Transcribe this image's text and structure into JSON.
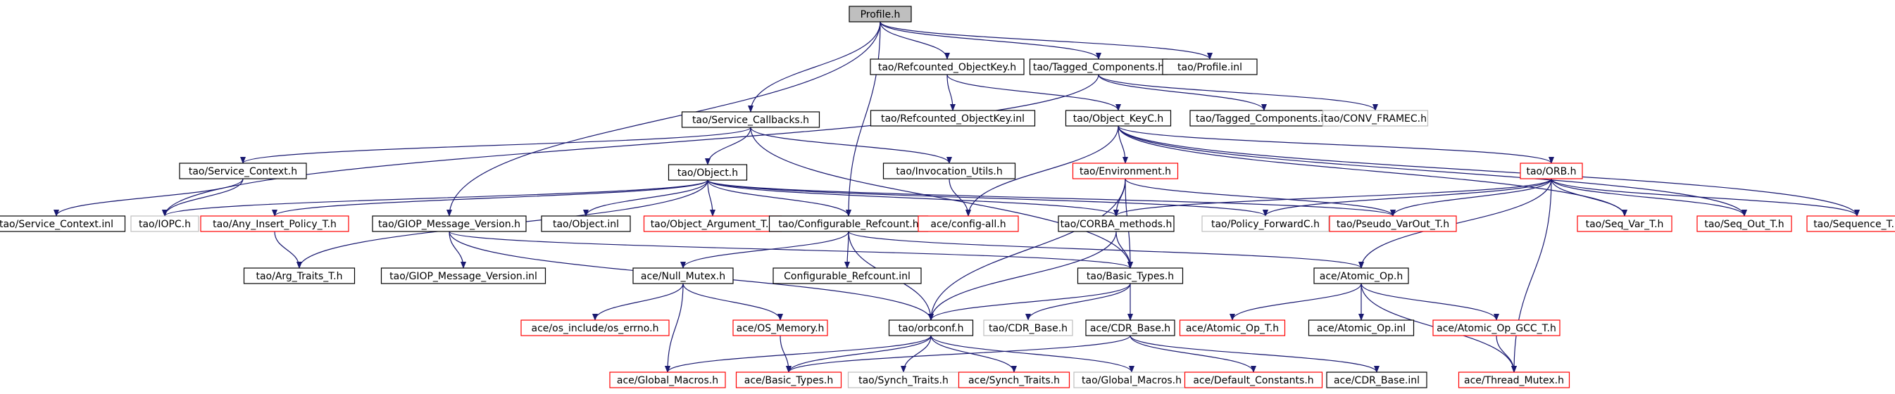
{
  "colors": {
    "root_fill": "#bfbfbf",
    "normal_border": "#000000",
    "missing_border": "#ff0000",
    "external_border": "#bfbfbf",
    "edge": "#191970"
  },
  "nodes": [
    {
      "id": "profile_h",
      "label": "Profile.h",
      "kind": "root"
    },
    {
      "id": "refcounted_objectkey_h",
      "label": "tao/Refcounted_ObjectKey.h",
      "kind": "normal"
    },
    {
      "id": "tagged_components_h",
      "label": "tao/Tagged_Components.h",
      "kind": "normal"
    },
    {
      "id": "profile_inl",
      "label": "tao/Profile.inl",
      "kind": "normal"
    },
    {
      "id": "refcounted_objectkey_inl",
      "label": "tao/Refcounted_ObjectKey.inl",
      "kind": "normal"
    },
    {
      "id": "object_keyc_h",
      "label": "tao/Object_KeyC.h",
      "kind": "normal"
    },
    {
      "id": "tagged_components_inl",
      "label": "tao/Tagged_Components.inl",
      "kind": "normal"
    },
    {
      "id": "conv_framec_h",
      "label": "tao/CONV_FRAMEC.h",
      "kind": "external"
    },
    {
      "id": "service_callbacks_h",
      "label": "tao/Service_Callbacks.h",
      "kind": "normal"
    },
    {
      "id": "service_context_h",
      "label": "tao/Service_Context.h",
      "kind": "normal"
    },
    {
      "id": "object_h",
      "label": "tao/Object.h",
      "kind": "normal"
    },
    {
      "id": "invocation_utils_h",
      "label": "tao/Invocation_Utils.h",
      "kind": "normal"
    },
    {
      "id": "environment_h",
      "label": "tao/Environment.h",
      "kind": "missing"
    },
    {
      "id": "orb_h",
      "label": "tao/ORB.h",
      "kind": "missing"
    },
    {
      "id": "service_context_inl",
      "label": "tao/Service_Context.inl",
      "kind": "normal"
    },
    {
      "id": "iopc_h",
      "label": "tao/IOPC.h",
      "kind": "external"
    },
    {
      "id": "any_insert_policy_t_h",
      "label": "tao/Any_Insert_Policy_T.h",
      "kind": "missing"
    },
    {
      "id": "giop_message_version_h",
      "label": "tao/GIOP_Message_Version.h",
      "kind": "normal"
    },
    {
      "id": "object_inl",
      "label": "tao/Object.inl",
      "kind": "normal"
    },
    {
      "id": "object_argument_t_h",
      "label": "tao/Object_Argument_T.h",
      "kind": "missing"
    },
    {
      "id": "configurable_refcount_h",
      "label": "tao/Configurable_Refcount.h",
      "kind": "normal"
    },
    {
      "id": "config_all_h",
      "label": "ace/config-all.h",
      "kind": "missing"
    },
    {
      "id": "corba_methods_h",
      "label": "tao/CORBA_methods.h",
      "kind": "normal"
    },
    {
      "id": "policy_forwardc_h",
      "label": "tao/Policy_ForwardC.h",
      "kind": "external"
    },
    {
      "id": "pseudo_varout_t_h",
      "label": "tao/Pseudo_VarOut_T.h",
      "kind": "missing"
    },
    {
      "id": "seq_var_t_h",
      "label": "tao/Seq_Var_T.h",
      "kind": "missing"
    },
    {
      "id": "seq_out_t_h",
      "label": "tao/Seq_Out_T.h",
      "kind": "missing"
    },
    {
      "id": "sequence_t_h",
      "label": "tao/Sequence_T.h",
      "kind": "missing"
    },
    {
      "id": "arg_traits_t_h",
      "label": "tao/Arg_Traits_T.h",
      "kind": "normal"
    },
    {
      "id": "giop_message_version_inl",
      "label": "tao/GIOP_Message_Version.inl",
      "kind": "normal"
    },
    {
      "id": "null_mutex_h",
      "label": "ace/Null_Mutex.h",
      "kind": "normal"
    },
    {
      "id": "configurable_refcount_inl",
      "label": "Configurable_Refcount.inl",
      "kind": "normal"
    },
    {
      "id": "basic_types_h_tao",
      "label": "tao/Basic_Types.h",
      "kind": "normal"
    },
    {
      "id": "atomic_op_h",
      "label": "ace/Atomic_Op.h",
      "kind": "normal"
    },
    {
      "id": "os_errno_h",
      "label": "ace/os_include/os_errno.h",
      "kind": "missing"
    },
    {
      "id": "os_memory_h",
      "label": "ace/OS_Memory.h",
      "kind": "missing"
    },
    {
      "id": "orbconf_h",
      "label": "tao/orbconf.h",
      "kind": "normal"
    },
    {
      "id": "cdr_base_h_tao",
      "label": "tao/CDR_Base.h",
      "kind": "external"
    },
    {
      "id": "cdr_base_h_ace",
      "label": "ace/CDR_Base.h",
      "kind": "normal"
    },
    {
      "id": "atomic_op_t_h",
      "label": "ace/Atomic_Op_T.h",
      "kind": "missing"
    },
    {
      "id": "atomic_op_inl",
      "label": "ace/Atomic_Op.inl",
      "kind": "normal"
    },
    {
      "id": "atomic_op_gcc_t_h",
      "label": "ace/Atomic_Op_GCC_T.h",
      "kind": "missing"
    },
    {
      "id": "global_macros_h_ace",
      "label": "ace/Global_Macros.h",
      "kind": "missing"
    },
    {
      "id": "basic_types_h_ace",
      "label": "ace/Basic_Types.h",
      "kind": "missing"
    },
    {
      "id": "synch_traits_h_tao",
      "label": "tao/Synch_Traits.h",
      "kind": "external"
    },
    {
      "id": "synch_traits_h_ace",
      "label": "ace/Synch_Traits.h",
      "kind": "missing"
    },
    {
      "id": "global_macros_h_tao",
      "label": "tao/Global_Macros.h",
      "kind": "external"
    },
    {
      "id": "default_constants_h",
      "label": "ace/Default_Constants.h",
      "kind": "missing"
    },
    {
      "id": "cdr_base_inl",
      "label": "ace/CDR_Base.inl",
      "kind": "normal"
    },
    {
      "id": "thread_mutex_h",
      "label": "ace/Thread_Mutex.h",
      "kind": "missing"
    }
  ],
  "edges": [
    [
      "profile_h",
      "refcounted_objectkey_h"
    ],
    [
      "profile_h",
      "tagged_components_h"
    ],
    [
      "profile_h",
      "profile_inl"
    ],
    [
      "profile_h",
      "service_callbacks_h"
    ],
    [
      "profile_h",
      "giop_message_version_h"
    ],
    [
      "profile_h",
      "configurable_refcount_h"
    ],
    [
      "refcounted_objectkey_h",
      "refcounted_objectkey_inl"
    ],
    [
      "refcounted_objectkey_h",
      "object_keyc_h"
    ],
    [
      "tagged_components_h",
      "tagged_components_inl"
    ],
    [
      "tagged_components_h",
      "conv_framec_h"
    ],
    [
      "tagged_components_h",
      "iopc_h"
    ],
    [
      "object_keyc_h",
      "environment_h"
    ],
    [
      "object_keyc_h",
      "config_all_h"
    ],
    [
      "object_keyc_h",
      "orb_h"
    ],
    [
      "object_keyc_h",
      "seq_var_t_h"
    ],
    [
      "object_keyc_h",
      "seq_out_t_h"
    ],
    [
      "object_keyc_h",
      "sequence_t_h"
    ],
    [
      "service_callbacks_h",
      "service_context_h"
    ],
    [
      "service_callbacks_h",
      "object_h"
    ],
    [
      "service_callbacks_h",
      "invocation_utils_h"
    ],
    [
      "service_callbacks_h",
      "basic_types_h_tao"
    ],
    [
      "service_context_h",
      "service_context_inl"
    ],
    [
      "service_context_h",
      "iopc_h"
    ],
    [
      "object_h",
      "iopc_h"
    ],
    [
      "object_h",
      "any_insert_policy_t_h"
    ],
    [
      "object_h",
      "arg_traits_t_h"
    ],
    [
      "object_h",
      "object_inl"
    ],
    [
      "object_h",
      "object_argument_t_h"
    ],
    [
      "object_h",
      "configurable_refcount_h"
    ],
    [
      "object_h",
      "corba_methods_h"
    ],
    [
      "object_h",
      "policy_forwardc_h"
    ],
    [
      "object_h",
      "pseudo_varout_t_h"
    ],
    [
      "invocation_utils_h",
      "config_all_h"
    ],
    [
      "environment_h",
      "corba_methods_h"
    ],
    [
      "environment_h",
      "pseudo_varout_t_h"
    ],
    [
      "environment_h",
      "basic_types_h_tao"
    ],
    [
      "environment_h",
      "orbconf_h"
    ],
    [
      "orb_h",
      "corba_methods_h"
    ],
    [
      "orb_h",
      "policy_forwardc_h"
    ],
    [
      "orb_h",
      "pseudo_varout_t_h"
    ],
    [
      "orb_h",
      "seq_var_t_h"
    ],
    [
      "orb_h",
      "seq_out_t_h"
    ],
    [
      "orb_h",
      "sequence_t_h"
    ],
    [
      "orb_h",
      "atomic_op_h"
    ],
    [
      "orb_h",
      "thread_mutex_h"
    ],
    [
      "any_insert_policy_t_h",
      "arg_traits_t_h"
    ],
    [
      "giop_message_version_h",
      "giop_message_version_inl"
    ],
    [
      "giop_message_version_h",
      "basic_types_h_tao"
    ],
    [
      "giop_message_version_h",
      "orbconf_h"
    ],
    [
      "configurable_refcount_h",
      "null_mutex_h"
    ],
    [
      "configurable_refcount_h",
      "configurable_refcount_inl"
    ],
    [
      "configurable_refcount_h",
      "orbconf_h"
    ],
    [
      "configurable_refcount_h",
      "atomic_op_h"
    ],
    [
      "corba_methods_h",
      "basic_types_h_tao"
    ],
    [
      "corba_methods_h",
      "orbconf_h"
    ],
    [
      "null_mutex_h",
      "os_errno_h"
    ],
    [
      "null_mutex_h",
      "os_memory_h"
    ],
    [
      "null_mutex_h",
      "global_macros_h_ace"
    ],
    [
      "basic_types_h_tao",
      "orbconf_h"
    ],
    [
      "basic_types_h_tao",
      "cdr_base_h_tao"
    ],
    [
      "basic_types_h_tao",
      "cdr_base_h_ace"
    ],
    [
      "atomic_op_h",
      "atomic_op_t_h"
    ],
    [
      "atomic_op_h",
      "atomic_op_inl"
    ],
    [
      "atomic_op_h",
      "atomic_op_gcc_t_h"
    ],
    [
      "atomic_op_h",
      "thread_mutex_h"
    ],
    [
      "os_memory_h",
      "basic_types_h_ace"
    ],
    [
      "orbconf_h",
      "global_macros_h_ace"
    ],
    [
      "orbconf_h",
      "basic_types_h_ace"
    ],
    [
      "orbconf_h",
      "synch_traits_h_tao"
    ],
    [
      "orbconf_h",
      "synch_traits_h_ace"
    ],
    [
      "orbconf_h",
      "global_macros_h_tao"
    ],
    [
      "cdr_base_h_ace",
      "basic_types_h_ace"
    ],
    [
      "cdr_base_h_ace",
      "default_constants_h"
    ],
    [
      "cdr_base_h_ace",
      "cdr_base_inl"
    ],
    [
      "atomic_op_gcc_t_h",
      "thread_mutex_h"
    ]
  ]
}
